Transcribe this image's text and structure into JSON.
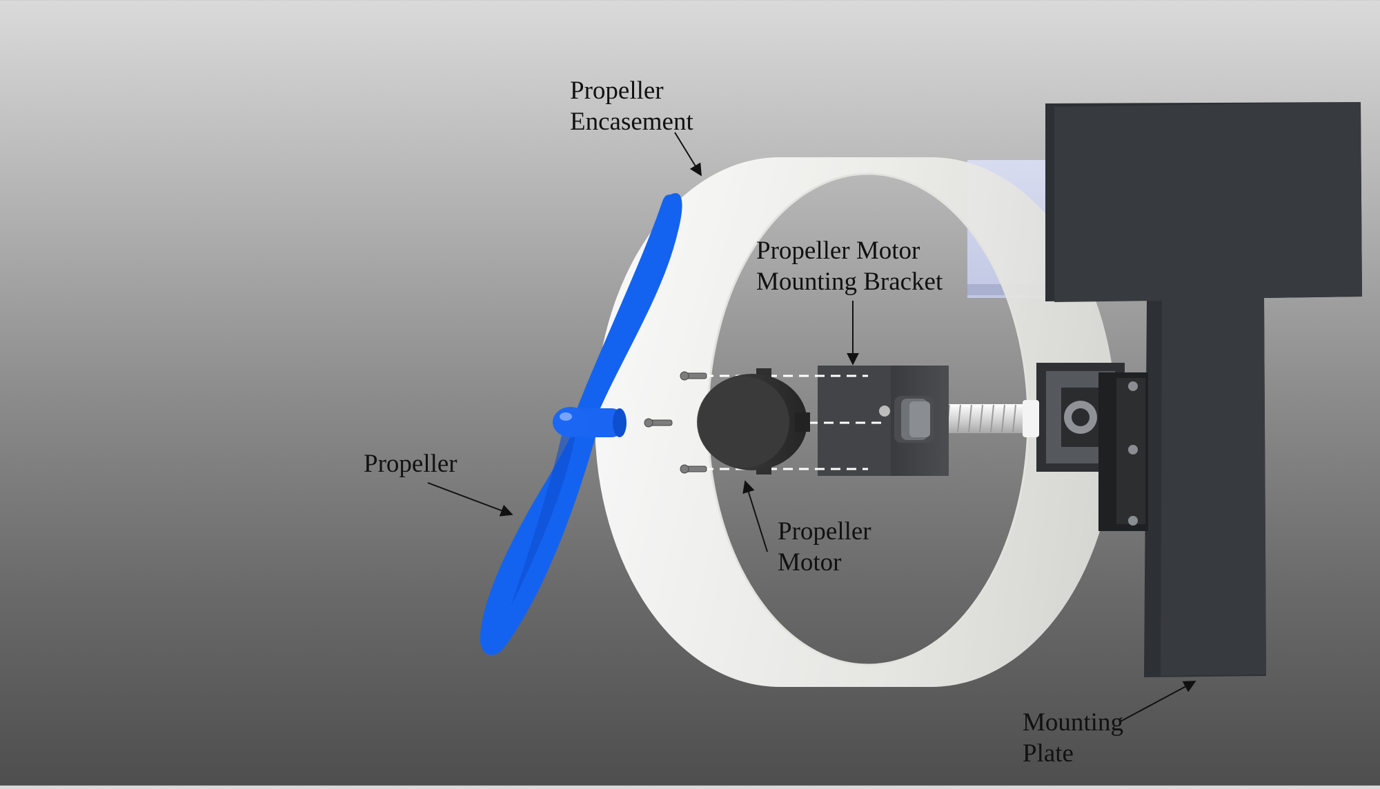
{
  "labels": {
    "propeller_encasement": [
      "Propeller",
      "Encasement"
    ],
    "mounting_bracket": [
      "Propeller Motor",
      "Mounting Bracket"
    ],
    "propeller": [
      "Propeller"
    ],
    "propeller_motor": [
      "Propeller",
      "Motor"
    ],
    "mounting_plate": [
      "Mounting",
      "Plate"
    ]
  },
  "colors": {
    "propeller": "#1463f0",
    "encasement": "#f2f2ee",
    "mounting_plate": "#35383d",
    "bracket": "#3d3f42",
    "motor": "#333333",
    "label_text": "#111111"
  }
}
